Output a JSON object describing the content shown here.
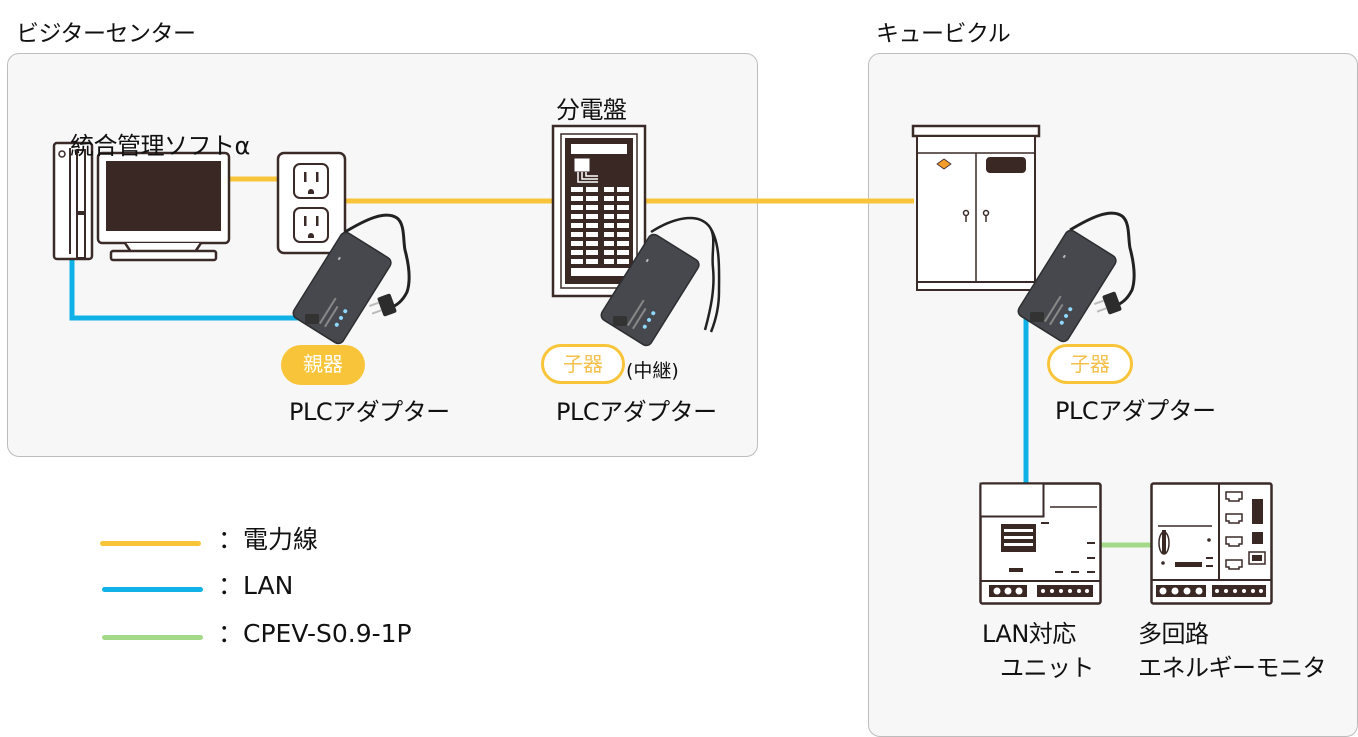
{
  "sections": {
    "visitor_center": {
      "title": "ビジターセンター"
    },
    "cubicle": {
      "title": "キュービクル"
    }
  },
  "devices": {
    "software": {
      "label": "統合管理ソフトα"
    },
    "distribution_board": {
      "label": "分電盤"
    },
    "adapter_parent": {
      "badge": "親器",
      "label": "PLCアダプター"
    },
    "adapter_relay": {
      "badge": "子器",
      "note": "(中継)",
      "label": "PLCアダプター"
    },
    "adapter_child": {
      "badge": "子器",
      "label": "PLCアダプター"
    },
    "lan_unit": {
      "label_line1": "LAN対応",
      "label_line2": "ユニット"
    },
    "energy_monitor": {
      "label_line1": "多回路",
      "label_line2": "エネルギーモニタ"
    }
  },
  "legend": [
    {
      "label": "：電力線",
      "color": "#f8c53a",
      "meaning": "power-line"
    },
    {
      "label": "：LAN",
      "color": "#0fb1e6",
      "meaning": "lan"
    },
    {
      "label": "：CPEV-S0.9-1P",
      "color": "#a5d98a",
      "meaning": "cpev-cable"
    }
  ],
  "colors": {
    "power_line": "#f8c53a",
    "lan": "#0fb1e6",
    "cpev": "#a5d98a",
    "device_outline": "#3a2a28",
    "adapter_body": "#46484d",
    "panel_bg": "#f7f7f7"
  }
}
